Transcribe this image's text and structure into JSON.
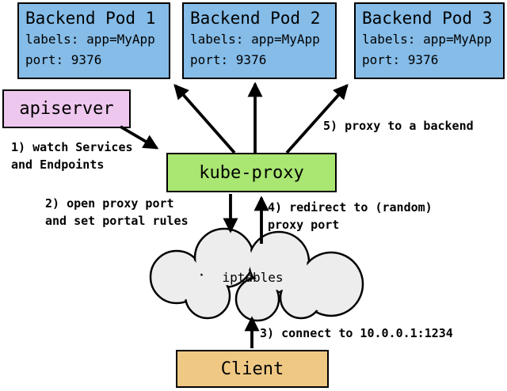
{
  "diagram": {
    "pods": [
      {
        "title": "Backend Pod 1",
        "labels": "labels: app=MyApp",
        "port": "port: 9376"
      },
      {
        "title": "Backend Pod 2",
        "labels": "labels: app=MyApp",
        "port": "port: 9376"
      },
      {
        "title": "Backend Pod 3",
        "labels": "labels: app=MyApp",
        "port": "port: 9376"
      }
    ],
    "apiserver": {
      "label": "apiserver"
    },
    "kube_proxy": {
      "label": "kube-proxy"
    },
    "iptables": {
      "label": "iptables"
    },
    "client": {
      "label": "Client"
    },
    "steps": {
      "step1": "1) watch Services\nand Endpoints",
      "step2": "2) open proxy port\nand set portal rules",
      "step3": "3) connect to 10.0.0.1:1234",
      "step4": "4) redirect to (random)\nproxy port",
      "step5": "5) proxy to a backend"
    },
    "colors": {
      "pod_fill": "#85bce8",
      "apiserver_fill": "#eec7ee",
      "kube_proxy_fill": "#a9e672",
      "client_fill": "#efc884",
      "cloud_fill": "#ededed",
      "background": "#ffffff"
    }
  }
}
